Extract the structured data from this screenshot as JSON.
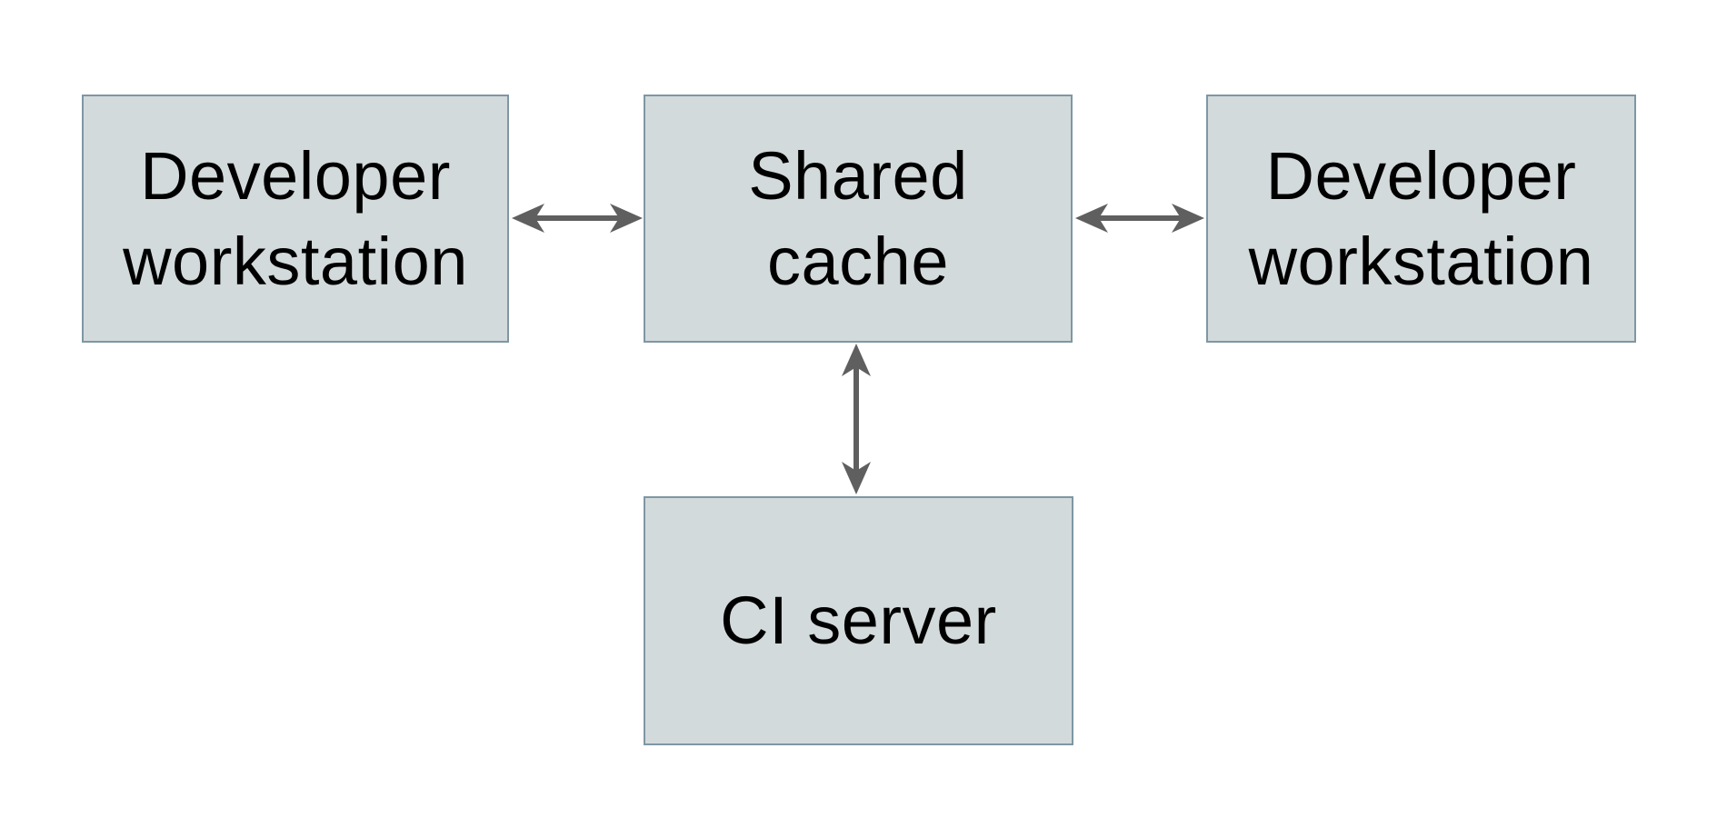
{
  "diagram": {
    "title": "Shared cache architecture diagram",
    "colors": {
      "background": "#ffffff",
      "box_fill": "#d3dadc",
      "box_border": "#7e97a3",
      "arrow": "#5f5f5f",
      "text": "#000000"
    },
    "nodes": [
      {
        "id": "developer-workstation-left",
        "label": "Developer\nworkstation"
      },
      {
        "id": "shared-cache",
        "label": "Shared\ncache"
      },
      {
        "id": "developer-workstation-right",
        "label": "Developer\nworkstation"
      },
      {
        "id": "ci-server",
        "label": "CI server"
      }
    ],
    "edges": [
      {
        "from": "developer-workstation-left",
        "to": "shared-cache",
        "type": "bidirectional-arrow"
      },
      {
        "from": "shared-cache",
        "to": "developer-workstation-right",
        "type": "bidirectional-arrow"
      },
      {
        "from": "shared-cache",
        "to": "ci-server",
        "type": "bidirectional-arrow"
      }
    ]
  }
}
